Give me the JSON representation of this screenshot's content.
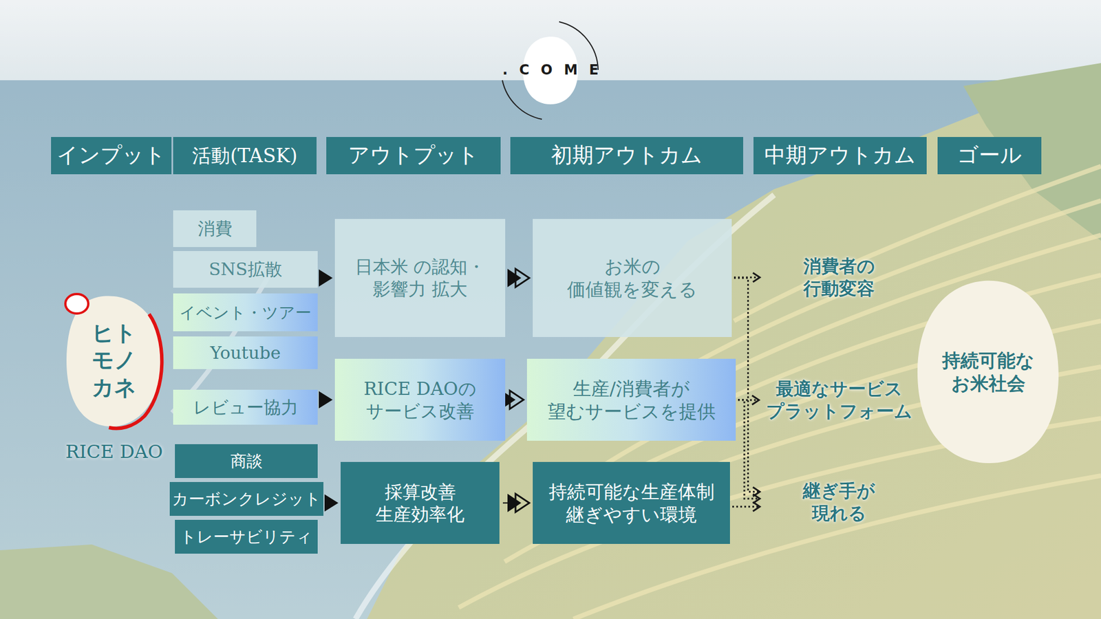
{
  "diagram": {
    "nodes": [
      {
        "text": [
          "インプット"
        ]
      },
      {
        "text": [
          "活動(TASK)"
        ]
      },
      {
        "text": [
          "アウトプット"
        ]
      },
      {
        "text": [
          "初期アウトカム"
        ]
      },
      {
        "text": [
          "中期アウトカム"
        ]
      },
      {
        "text": [
          "ゴール"
        ]
      },
      {
        "text": [
          "ヒト モノ カネ",
          "RICE DAO"
        ]
      },
      {
        "text": [
          "消費"
        ]
      },
      {
        "text": [
          "SNS拡散"
        ]
      },
      {
        "text": [
          "イベント・ツアー"
        ]
      },
      {
        "text": [
          "Youtube"
        ]
      },
      {
        "text": [
          "レビュー協力"
        ]
      },
      {
        "text": [
          "商談"
        ]
      },
      {
        "text": [
          "カーボンクレジット"
        ]
      },
      {
        "text": [
          "トレーサビリティ"
        ]
      },
      {
        "text": [
          "日本米 の認知・影響力 拡大"
        ]
      },
      {
        "text": [
          "RICE DAOの サービス改善"
        ]
      },
      {
        "text": [
          "採算改善 生産効率化"
        ]
      },
      {
        "text": [
          "お米の 価値観を変える"
        ]
      },
      {
        "text": [
          "生産/消費者が 望むサービスを提供"
        ]
      },
      {
        "text": [
          "持続可能な生産体制 継ぎやすい環境"
        ]
      },
      {
        "text": [
          "消費者の 行動変容"
        ]
      },
      {
        "text": [
          "最適なサービス プラットフォーム"
        ]
      },
      {
        "text": [
          "継ぎ手が 現れる"
        ]
      },
      {
        "text": [
          "持続可能な お米社会"
        ]
      }
    ],
    "edges": [
      {
        "from": 8,
        "to": 15,
        "arrow": "to"
      },
      {
        "from": 11,
        "to": 16,
        "arrow": "to"
      },
      {
        "from": 13,
        "to": 17,
        "arrow": "to"
      },
      {
        "from": 15,
        "to": 18,
        "arrow": "to"
      },
      {
        "from": 16,
        "to": 19,
        "arrow": "to"
      },
      {
        "from": 17,
        "to": 20,
        "arrow": "to"
      },
      {
        "from": 18,
        "to": 21,
        "arrow": "to"
      },
      {
        "from": 19,
        "to": 22,
        "arrow": "to"
      },
      {
        "from": 20,
        "to": 23,
        "arrow": "to"
      },
      {
        "from": 18,
        "to": 23,
        "arrow": "to"
      },
      {
        "from": 19,
        "to": 23,
        "arrow": "to"
      }
    ],
    "labels": [
      ".COME"
    ]
  }
}
